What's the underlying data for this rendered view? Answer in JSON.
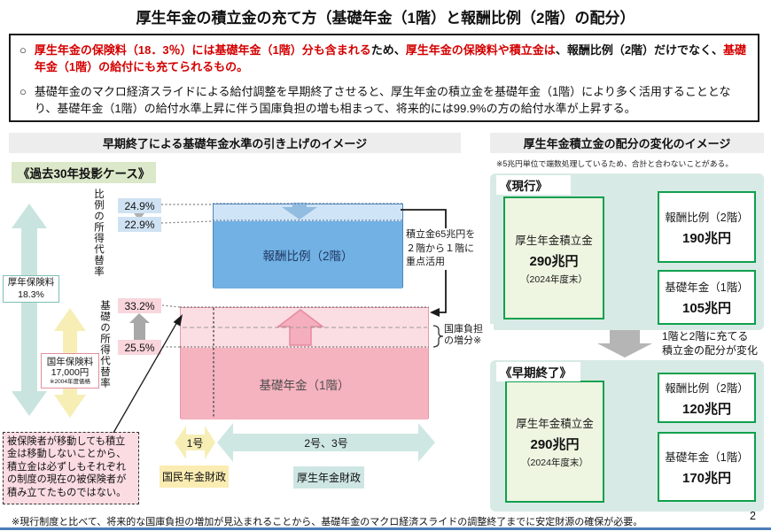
{
  "slide": {
    "title": "厚生年金の積立金の充て方（基礎年金（1階）と報酬比例（2階）の配分）",
    "page_number": "2",
    "footer": "※現行制度と比べて、将来的な国庫負担の増加が見込まれることから、基礎年金のマクロ経済スライドの調整終了までに安定財源の確保が必要。"
  },
  "summary": {
    "marker": "○",
    "b1_seg1": "厚生年金の保険料（18．3％）には基礎年金（1階）分も含まれる",
    "b1_seg2": "ため、",
    "b1_seg3": "厚生年金の保険料や積立金は",
    "b1_seg4": "、報酬比例（2階）だけでなく、",
    "b1_seg5": "基礎年金（1階）の給付にも充てられるもの。",
    "b2": "基礎年金のマクロ経済スライドによる給付調整を早期終了させると、厚生年金の積立金を基礎年金（1階）により多く活用することとなり、基礎年金（1階）の給付水準上昇に伴う国庫負担の増も相まって、将来的には99.9%の方の給付水準が上昇する。"
  },
  "left": {
    "header": "早期終了による基礎年金水準の引き上げのイメージ",
    "case_label": "《過去30年投影ケース》",
    "axis_proportional": "比例の所得代替率",
    "axis_basic": "基礎の所得代替率",
    "prop_before": "24.9%",
    "prop_after": "22.9%",
    "basic_after": "33.2%",
    "basic_before": "25.5%",
    "kosei_box_line1": "厚年保険料",
    "kosei_box_line2": "18.3%",
    "kokunen_line1": "国年保険料",
    "kokunen_line2": "17,000円",
    "kokunen_line3": "※2004年度価格",
    "proportional_tier": "報酬比例（2階）",
    "basic_tier": "基礎年金（1階）",
    "transfer_note": "積立金65兆円を\n２階から１階に\n重点活用",
    "treasury_note": "国庫負担\nの増分※",
    "insured_note": "被保険者が移動しても積立金は移動しないことから、積立金は必ずしもそれぞれの制度の現在の被保険者が積み立てたものではない。",
    "arrow_cat1": "1号",
    "arrow_cat23": "2号、3号",
    "kokumin_finance": "国民年金財政",
    "kosei_finance": "厚生年金財政"
  },
  "right": {
    "header": "厚生年金積立金の配分の変化のイメージ",
    "note": "※5兆円単位で端数処理しているため、合計と合わないことがある。",
    "current": {
      "label": "《現行》",
      "source": {
        "name": "厚生年金積立金",
        "amount": "290兆円",
        "note": "（2024年度末）"
      },
      "dest0": {
        "name": "報酬比例（2階）",
        "amount": "190兆円"
      },
      "dest1": {
        "name": "基礎年金（1階）",
        "amount": "105兆円"
      }
    },
    "change_note": "1階と2階に充てる\n積立金の配分が変化",
    "early": {
      "label": "《早期終了》",
      "source": {
        "name": "厚生年金積立金",
        "amount": "290兆円",
        "note": "（2024年度末）"
      },
      "dest0": {
        "name": "報酬比例（2階）",
        "amount": "120兆円"
      },
      "dest1": {
        "name": "基礎年金（1階）",
        "amount": "170兆円"
      }
    }
  },
  "colors": {
    "accent_red": "#d40000",
    "tier2_blue": "#71b1e3",
    "tier1_pink": "#f5b2bf",
    "teal_branch_arrow": "#7bbdb5",
    "green_border": "#0fa04d",
    "panel_teal": "#d8eae6",
    "bottom_rule_blue": "#4a7ebb"
  }
}
